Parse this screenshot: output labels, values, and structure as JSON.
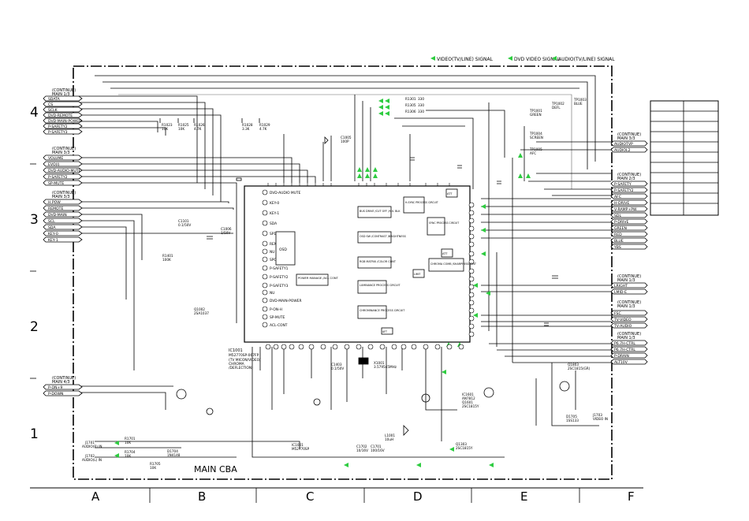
{
  "board_label": "MAIN CBA",
  "legend": [
    {
      "text": "VIDEO(TV/LINE) SIGNAL"
    },
    {
      "text": "DVD VIDEO SIGNAL"
    },
    {
      "text": "AUDIO(TV/LINE) SIGNAL"
    }
  ],
  "grid": {
    "columns": [
      "A",
      "B",
      "C",
      "D",
      "E",
      "F"
    ],
    "rows": [
      "4",
      "3",
      "2",
      "1"
    ]
  },
  "left_connectors": [
    {
      "header": "(CONTINUE)",
      "sub": "MAIN 1/3",
      "pins": [
        "SDATA",
        "CS",
        "SCLK",
        "DVD-REMOTE",
        "DVD-MAIN-POWER",
        "P-SAFETY2",
        "P-SAFETY3"
      ]
    },
    {
      "header": "(CONTINUE)",
      "sub": "MAIN 3/3",
      "pins": [
        "VOLUME",
        "EVO(I)",
        "DVD-AUDIO-MUTE",
        "P-SAFETY2",
        "SP-MUTE"
      ]
    },
    {
      "header": "(CONTINUE)",
      "sub": "MAIN 3/3",
      "pins": [
        "H.POW",
        "REMOTE",
        "DVD-MAIN",
        "SCL",
        "SDA",
        "KEY-0",
        "KEY-1"
      ]
    },
    {
      "header": "(CONTINUE)",
      "sub": "MAIN 4/3",
      "pins": [
        "P-ON+9",
        "P-DOWN"
      ]
    }
  ],
  "right_connectors": [
    {
      "header": "(CONTINUE)",
      "sub": "MAIN 3/3",
      "pins": [
        "AUDIOTVP",
        "AUDIOL2"
      ]
    },
    {
      "header": "(CONTINUE)",
      "sub": "MAIN 2/3",
      "pins": [
        "P-SAFETY",
        "P-SAFETY2",
        "AFC",
        "H-DRIVE",
        "V-RAMP+PW",
        "SDL",
        "P-DRIVE",
        "GREEN",
        "RED",
        "BLUE",
        "YBS"
      ]
    },
    {
      "header": "(CONTINUE)",
      "sub": "MAIN 1/3",
      "pins": [
        "LRIGHT",
        "LMID-E"
      ]
    },
    {
      "header": "(CONTINUE)",
      "sub": "MAIN 1/3",
      "pins": [
        "FSC",
        "TV-VIDEO",
        "TV-AUDIO"
      ]
    },
    {
      "header": "(CONTINUE)",
      "sub": "MAIN 1/3",
      "pins": [
        "P6.7H-CTRL",
        "P6.7H-CTRL",
        "P-DRAIN",
        "ALT10V"
      ]
    }
  ],
  "main_ic": {
    "ref": "IC1001",
    "part": "M52770SP-067FP",
    "desc": [
      "(TV MICON/VIDEO/",
      "CHROMA",
      "/DEFLECTION)"
    ],
    "left_pins": [
      "DVD-AUDIO MUTE",
      "KEY-0",
      "KEY-1",
      "SDA",
      "SP1",
      "REMOTE",
      "NU",
      "SPOT-CLL",
      "P-SAFETY1",
      "P-SAFETY2",
      "P-SAFETY3",
      "NU",
      "DVD-MAIN-POWER",
      "P-ON-H",
      "SP-MUTE",
      "ACL-CONT"
    ],
    "blocks": [
      "OSD",
      "POWER MANAGE /ACL CONT",
      "BUS DRIVE /CUT OFF /H.V. BLK",
      "OSD SW /CONTRAST /BRIGHTNESS",
      "RGB MATRIX /COLOR CONT",
      "LUMINANCE PROCESS CIRCUIT",
      "CHROMINANCE PROCESS CIRCUIT",
      "SYNC PROCESS CIRCUIT",
      "H-SYNC PROCESS CIRCUIT",
      "CHROMA COMB /SHARPNESS TINT",
      "ATT",
      "ATT",
      "LIMIT",
      "AFT"
    ]
  },
  "parts": [
    {
      "ref": "R1023",
      "val": "10K"
    },
    {
      "ref": "R1025",
      "val": "10K"
    },
    {
      "ref": "R1026",
      "val": "4.7K"
    },
    {
      "ref": "R1028",
      "val": "3.3K"
    },
    {
      "ref": "R1029",
      "val": "4.7K"
    },
    {
      "ref": "C1005",
      "val": "100P"
    },
    {
      "ref": "C1006",
      "val": "1/50V"
    },
    {
      "ref": "Q1002",
      "val": "2SA1037"
    },
    {
      "ref": "R1301",
      "val": "330"
    },
    {
      "ref": "R1305",
      "val": "330"
    },
    {
      "ref": "R1306",
      "val": "330"
    },
    {
      "ref": "TP1001",
      "val": "GREEN"
    },
    {
      "ref": "TP1002",
      "val": "DEFL"
    },
    {
      "ref": "TP1003",
      "val": "BLUE"
    },
    {
      "ref": "TP1004",
      "val": "SCREEN"
    },
    {
      "ref": "TP1005",
      "val": "AFC"
    },
    {
      "ref": "C1101",
      "val": "0.1/50V"
    },
    {
      "ref": "R1401",
      "val": "100K"
    },
    {
      "ref": "C1403",
      "val": "0.1/50V"
    },
    {
      "ref": "X1001",
      "val": "3.579545MHz"
    },
    {
      "ref": "IC1601",
      "val": "AN7812"
    },
    {
      "ref": "Q1601",
      "val": "2SC1815Y"
    },
    {
      "ref": "Q1803",
      "val": "2SC1815(GR)"
    },
    {
      "ref": "D1705",
      "val": "1SS133"
    },
    {
      "ref": "R1701",
      "val": "10K"
    },
    {
      "ref": "R1704",
      "val": "10K"
    },
    {
      "ref": "R1705",
      "val": "10K"
    },
    {
      "ref": "D1704",
      "val": "1N4148"
    },
    {
      "ref": "J1701",
      "val": "AUDIO(R) IN"
    },
    {
      "ref": "J1702",
      "val": "AUDIO(L) IN"
    },
    {
      "ref": "J1703",
      "val": "VIDEO IN"
    },
    {
      "ref": "L1001",
      "val": "10uH"
    },
    {
      "ref": "Q1303",
      "val": "2SC1815Y"
    },
    {
      "ref": "C1701",
      "val": "100/16V"
    },
    {
      "ref": "C1702",
      "val": "10/16V"
    },
    {
      "ref": "IC1001",
      "val": "M52770SP"
    }
  ],
  "right_table_rows": 11
}
